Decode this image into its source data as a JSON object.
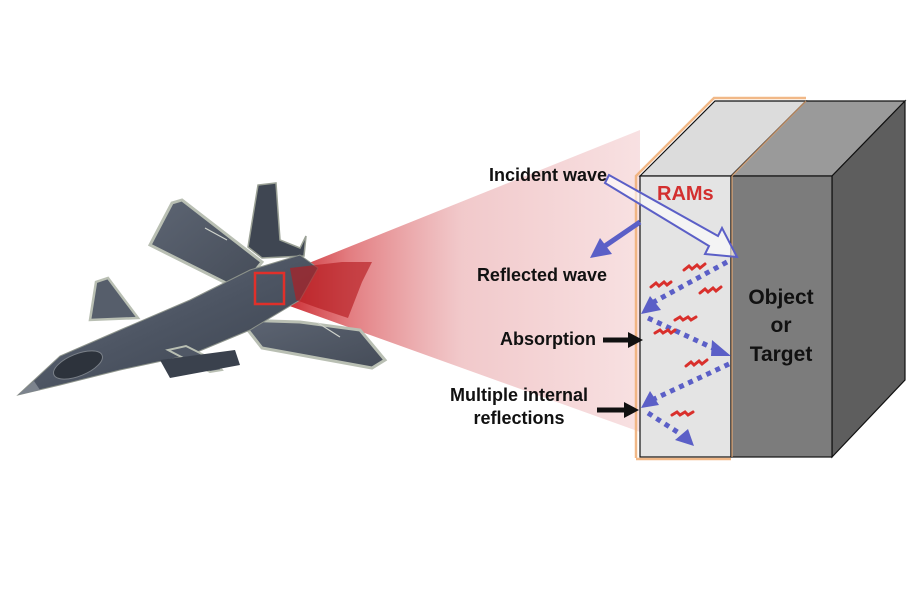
{
  "diagram": {
    "title": "Radar absorbing materials (RAMs) on stealth aircraft",
    "labels": {
      "incident_wave": "Incident wave",
      "reflected_wave": "Reflected wave",
      "absorption": "Absorption",
      "multiple_reflections_line1": "Multiple internal",
      "multiple_reflections_line2": "reflections",
      "rams": "RAMs",
      "object_line1": "Object",
      "object_line2": "or",
      "object_line3": "Target"
    },
    "colors": {
      "beam": "#d7262b",
      "highlight_box": "#e0302a",
      "rams_text": "#d32f2f",
      "wave_arrow": "#5b5fc7",
      "absorption_squiggle": "#d9302c",
      "ram_layer": "#e4e4e4",
      "object_front": "#7c7c7c",
      "object_side": "#5e5e5e",
      "object_top": "#9a9a9a",
      "ram_border": "#f0b07a"
    },
    "aircraft": {
      "description": "stealth fighter jet (J-20 style)"
    }
  }
}
